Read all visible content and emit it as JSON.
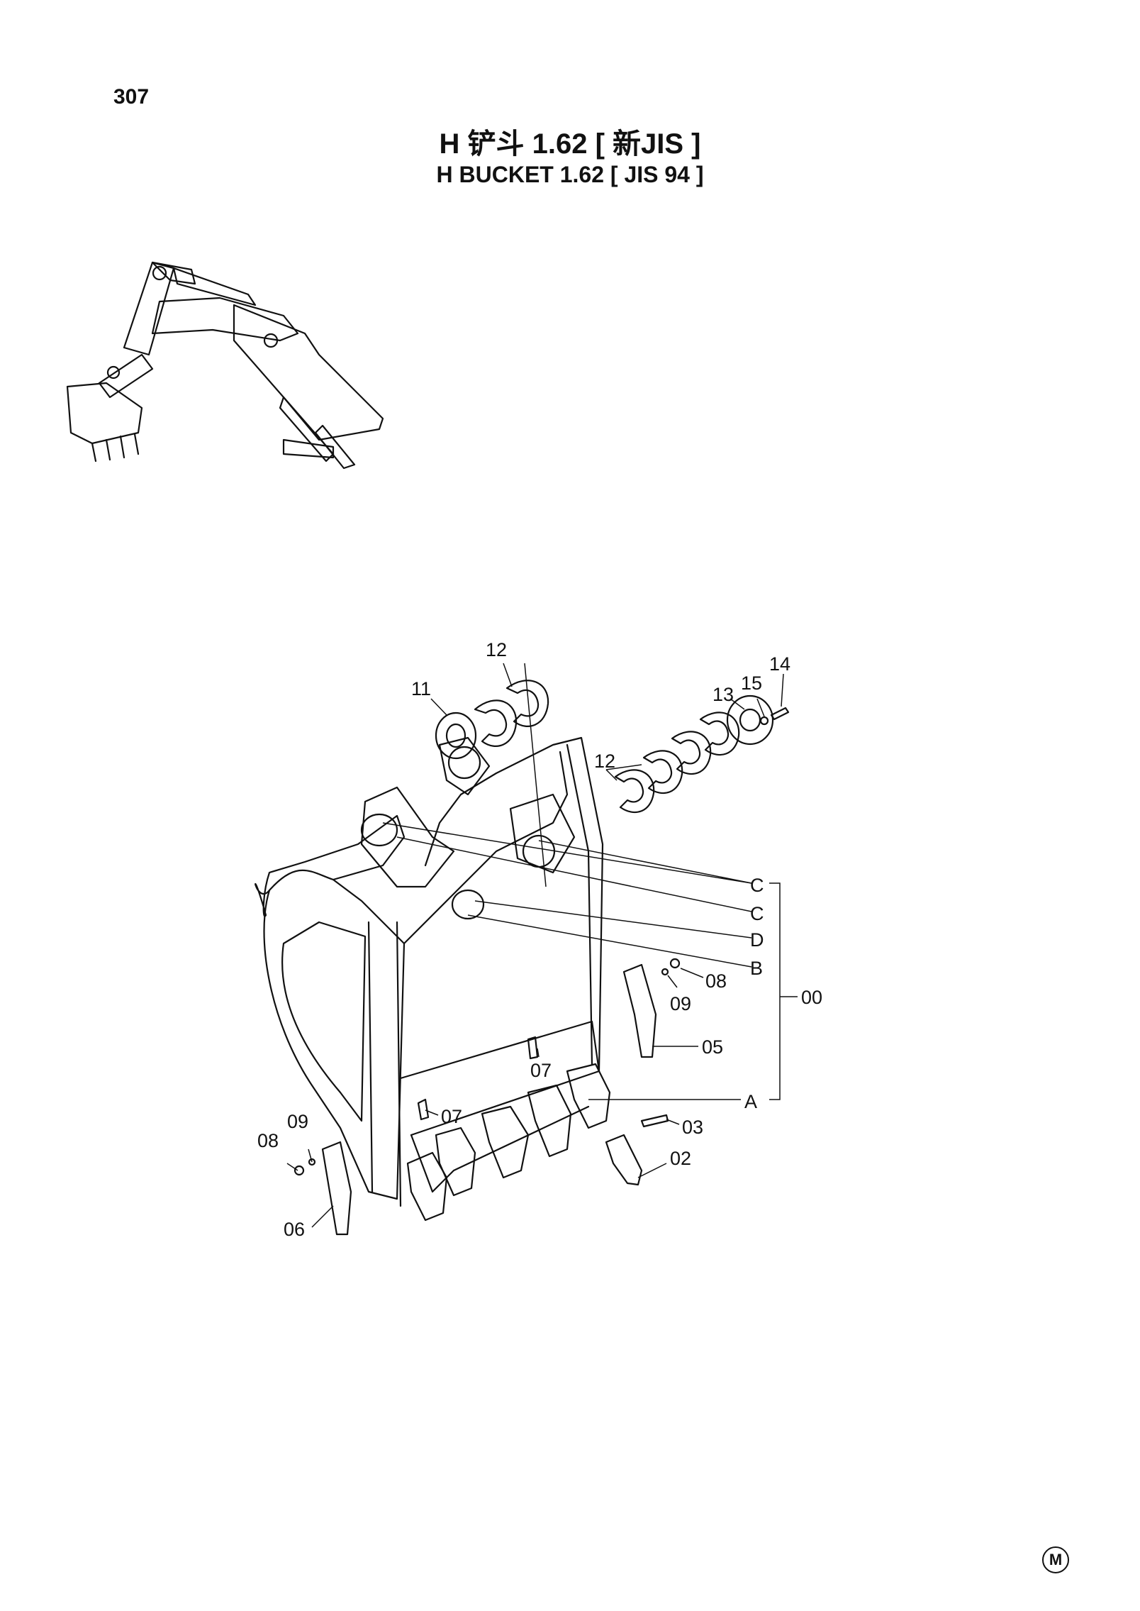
{
  "page": {
    "number": "307"
  },
  "header": {
    "title_cn": "H 铲斗 1.62 [ 新JIS ]",
    "title_en": "H  BUCKET 1.62 [ JIS 94 ]"
  },
  "callouts": {
    "c12a": "12",
    "c11": "11",
    "c13": "13",
    "c15": "15",
    "c14": "14",
    "c12b": "12",
    "cC1": "C",
    "cC2": "C",
    "cD": "D",
    "cB": "B",
    "cA": "A",
    "c00": "00",
    "c08r": "08",
    "c09r": "09",
    "c05": "05",
    "c07a": "07",
    "c07b": "07",
    "c03": "03",
    "c02": "02",
    "c09l": "09",
    "c08l": "08",
    "c06": "06"
  },
  "footer": {
    "mark": "M"
  }
}
